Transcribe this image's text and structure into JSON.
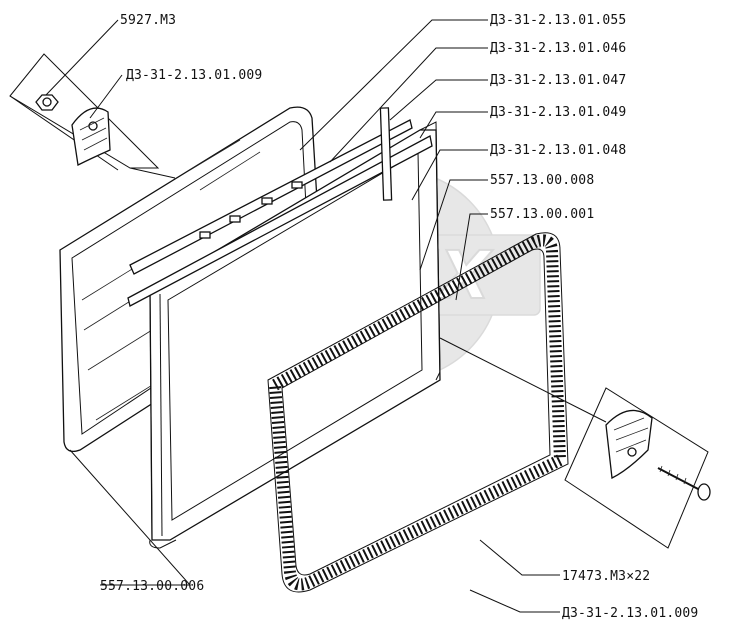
{
  "labels": {
    "nut": "5927.М3",
    "clip_top": "Д3-31-2.13.01.009",
    "p055": "Д3-31-2.13.01.055",
    "p046": "Д3-31-2.13.01.046",
    "p047": "Д3-31-2.13.01.047",
    "p049": "Д3-31-2.13.01.049",
    "p048": "Д3-31-2.13.01.048",
    "p008": "557.13.00.008",
    "p001": "557.13.00.001",
    "p006": "557.13.00.006",
    "screw": "17473.М3×22",
    "clip_bottom": "Д3-31-2.13.01.009"
  },
  "watermark": "ОРЕХ"
}
